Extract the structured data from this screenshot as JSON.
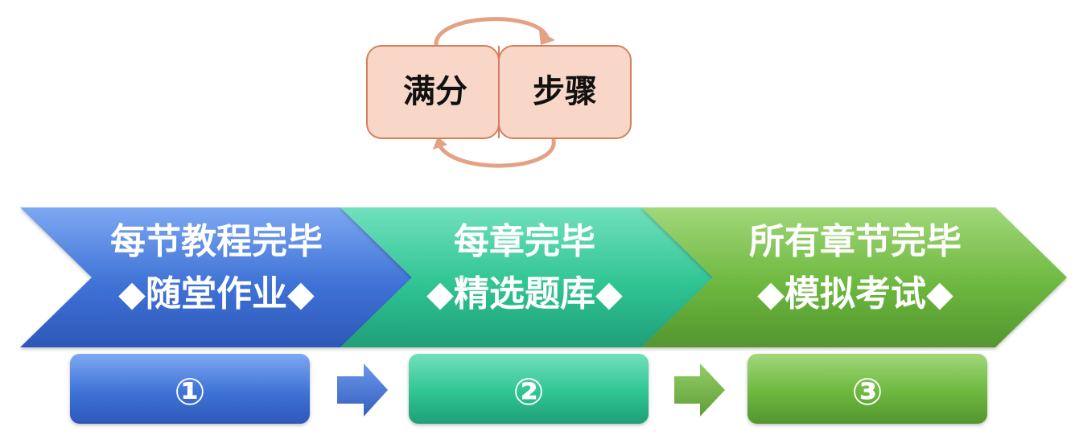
{
  "top": {
    "left_label": "满分",
    "right_label": "步骤"
  },
  "stages": [
    {
      "title": "每节教程完毕",
      "subtitle": "◆随堂作业◆",
      "number": "①",
      "color": "#3f72d6"
    },
    {
      "title": "每章完毕",
      "subtitle": "◆精选题库◆",
      "number": "②",
      "color": "#30c493"
    },
    {
      "title": "所有章节完毕",
      "subtitle": "◆模拟考试◆",
      "number": "③",
      "color": "#6db83f"
    }
  ],
  "colors": {
    "top_fill": "#f8d7c8",
    "top_stroke": "#d6805b",
    "arrow_blue": "#3f72d6",
    "arrow_green": "#6db83f"
  }
}
